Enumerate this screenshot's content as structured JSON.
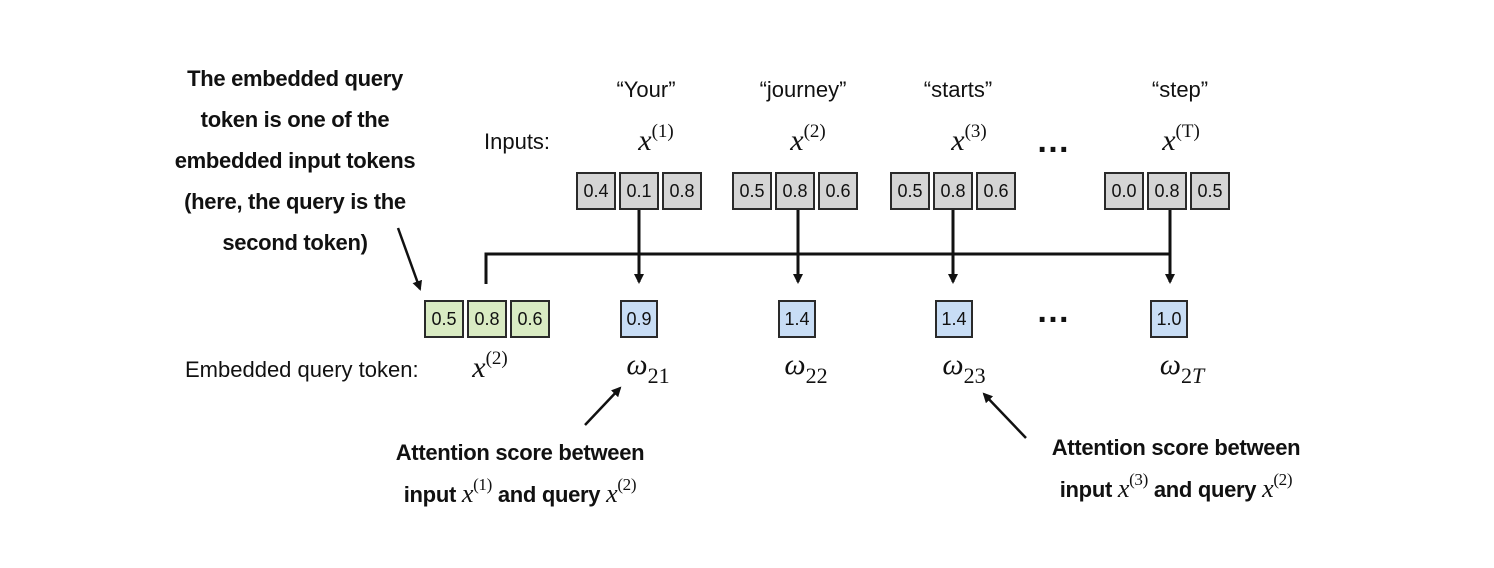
{
  "top_annotation": {
    "lines": [
      "The embedded query",
      "token is one of the",
      "embedded input tokens",
      "(here, the query is the",
      "second token)"
    ]
  },
  "inputs_label": "Inputs:",
  "query_label": "Embedded query token:",
  "tokens": [
    {
      "word": "“Your”",
      "symbol": "x",
      "superscript": "(1)",
      "values": [
        "0.4",
        "0.1",
        "0.8"
      ],
      "score": "0.9",
      "omega": "ω",
      "omega_sub": "21"
    },
    {
      "word": "“journey”",
      "symbol": "x",
      "superscript": "(2)",
      "values": [
        "0.5",
        "0.8",
        "0.6"
      ],
      "score": "1.4",
      "omega": "ω",
      "omega_sub": "22"
    },
    {
      "word": "“starts”",
      "symbol": "x",
      "superscript": "(3)",
      "values": [
        "0.5",
        "0.8",
        "0.6"
      ],
      "score": "1.4",
      "omega": "ω",
      "omega_sub": "23"
    },
    {
      "word": "“step”",
      "symbol": "x",
      "superscript": "(T)",
      "values": [
        "0.0",
        "0.8",
        "0.5"
      ],
      "score": "1.0",
      "omega": "ω",
      "omega_sub_num": "2",
      "omega_sub_var": "T"
    }
  ],
  "ellipsis": "…",
  "query": {
    "symbol": "x",
    "superscript": "(2)",
    "values": [
      "0.5",
      "0.8",
      "0.6"
    ]
  },
  "bottom_left_annotation": {
    "line1": "Attention score between",
    "line2_prefix": "input",
    "line2_sym1": "x",
    "line2_sup1": "(1)",
    "line2_mid": "and query",
    "line2_sym2": "x",
    "line2_sup2": "(2)"
  },
  "bottom_right_annotation": {
    "line1": "Attention score between",
    "line2_prefix": "input",
    "line2_sym1": "x",
    "line2_sup1": "(3)",
    "line2_mid": "and query",
    "line2_sym2": "x",
    "line2_sup2": "(2)"
  },
  "colors": {
    "input_cells": "#d5d5d5",
    "query_cells": "#d9ebc3",
    "score_cells": "#c8ddf5",
    "lines": "#111111"
  }
}
